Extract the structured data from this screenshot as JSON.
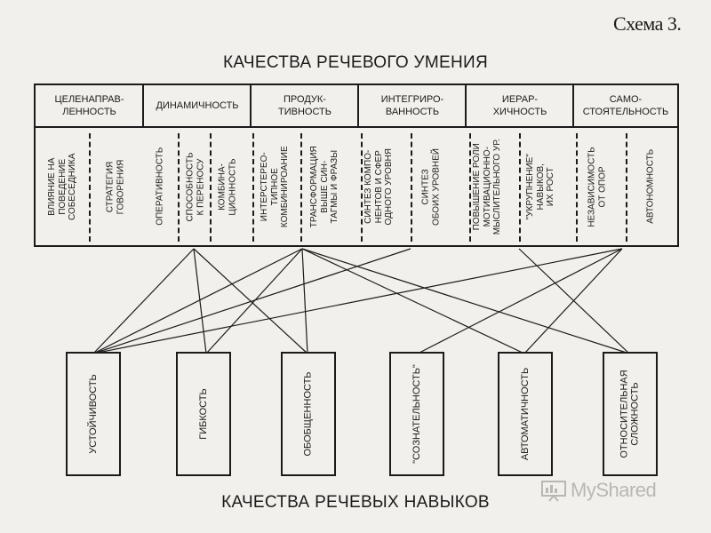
{
  "scheme_label": "Схема 3.",
  "title_top": "КАЧЕСТВА РЕЧЕВОГО УМЕНИЯ",
  "title_bottom": "КАЧЕСТВА РЕЧЕВЫХ НАВЫКОВ",
  "watermark": "MyShared",
  "headers": [
    "ЦЕЛЕНАПРАВ-\nЛЕННОСТЬ",
    "ДИНАМИЧНОСТЬ",
    "ПРОДУК-\nТИВНОСТЬ",
    "ИНТЕГРИРО-\nВАННОСТЬ",
    "ИЕРАР-\nХИЧНОСТЬ",
    "САМО-\nСТОЯТЕЛЬНОСТЬ"
  ],
  "sub_items": [
    "ВЛИЯНИЕ НА\nПОВЕДЕНИЕ\nСОБЕСЕДНИКА",
    "СТРАТЕГИЯ\nГОВОРЕНИЯ",
    "ОПЕРАТИВНОСТЬ",
    "СПОСОБНОСТЬ\nК ПЕРЕНОСУ",
    "КОМБИНА-\nЦИОННОСТЬ",
    "ИНТЕРСТЕРЕО-\nТИПНОЕ\nКОМБИНИРОАНИЕ",
    "ТРАНСФОРМАЦИЯ\nВЫШЕ СИН-\nТАГМЫ И ФРАЗЫ",
    "СИНТЕЗ КОМПО-\nНЕНТОВ И СФЕР\nОДНОГО УРОВНЯ",
    "СИНТЕЗ\nОБОИХ УРОВНЕЙ",
    "ПОВЫШЕНИЕ РОЛИ\nМОТИВАЦИОННО-\nМЫСЛИТЕЛЬНОГО УР.",
    "\"УКРУПНЕНИЕ\"\nНАВЫКОВ,\nИХ РОСТ",
    "НЕЗАВИСИМОСТЬ\nОТ ОПОР",
    "АВТОНОМНОСТЬ"
  ],
  "skills": [
    "УСТОЙЧИВОСТЬ",
    "ГИБКОСТЬ",
    "ОБОБЩЕННОСТЬ",
    "\"СОЗНАТЕЛЬНОСТЬ\"",
    "АВТОМАТИЧНОСТЬ",
    "ОТНОСИТЕЛЬНАЯ\nСЛОЖНОСТЬ"
  ]
}
